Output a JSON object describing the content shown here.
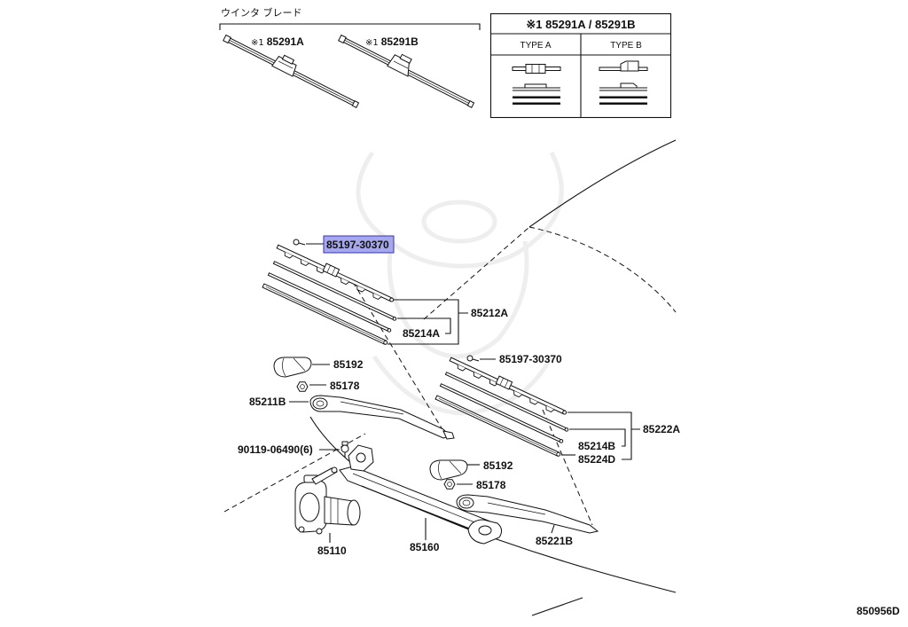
{
  "winter_blade": {
    "heading": "ウインタ ブレード",
    "blades": [
      {
        "mark": "※1",
        "part_number": "85291A"
      },
      {
        "mark": "※1",
        "part_number": "85291B"
      }
    ]
  },
  "type_table": {
    "header": "※1 85291A / 85291B",
    "columns": [
      "TYPE A",
      "TYPE B"
    ]
  },
  "callouts": {
    "left_screw": "85197-30370",
    "left_blade_assembly": "85212A",
    "left_rubber": "85214A",
    "left_pivot_cap": "85192",
    "left_nut": "85178",
    "left_arm": "85211B",
    "bolt": "90119-06490(6)",
    "motor": "85110",
    "link": "85160",
    "right_screw": "85197-30370",
    "right_blade_assembly": "85222A",
    "right_rubber": "85214B",
    "right_backing": "85224D",
    "right_pivot_cap": "85192",
    "right_nut": "85178",
    "right_arm": "85221B"
  },
  "colors": {
    "highlight_fill": "#a7a7ec",
    "highlight_border": "#3434b4",
    "line": "#111111"
  },
  "drawing_number": "850956D"
}
